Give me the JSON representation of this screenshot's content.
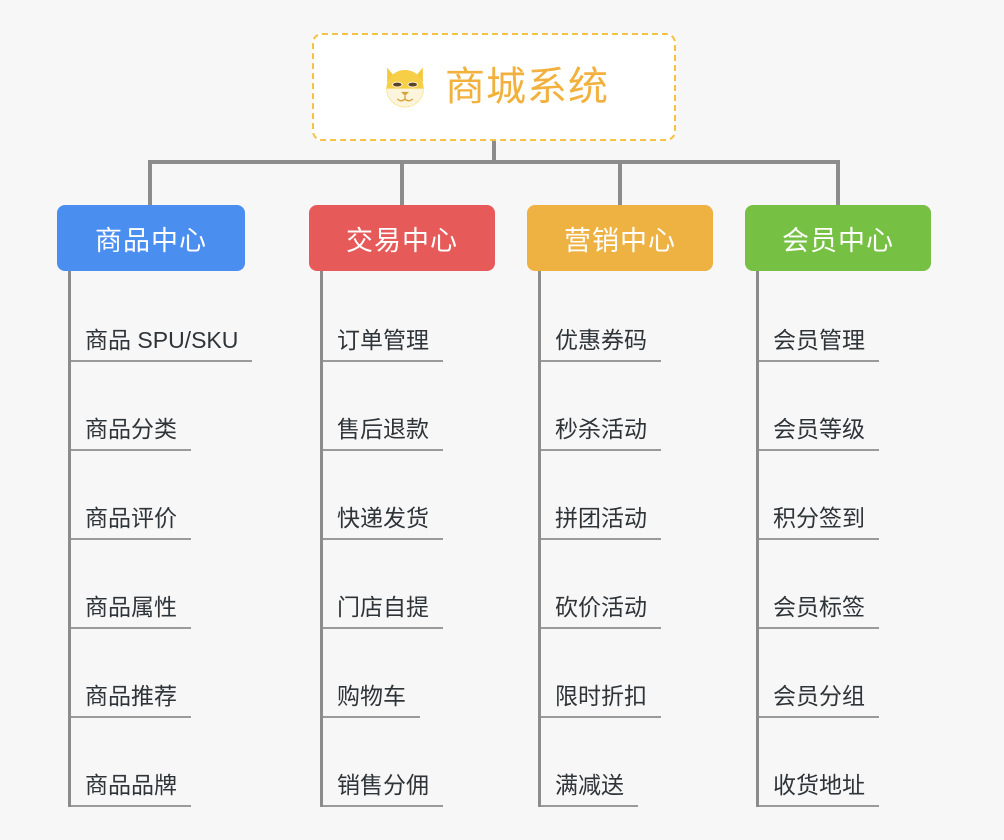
{
  "diagram": {
    "title": "商城系统",
    "root_icon": "shiba-dog-icon",
    "accent_color": "#f2b03c",
    "border_color": "#f6c244",
    "background": "#f7f7f7",
    "connector_color": "#8c8c8c",
    "columns": [
      {
        "label": "商品中心",
        "color": "#4a8ef0",
        "items": [
          "商品 SPU/SKU",
          "商品分类",
          "商品评价",
          "商品属性",
          "商品推荐",
          "商品品牌"
        ]
      },
      {
        "label": "交易中心",
        "color": "#e75a5a",
        "items": [
          "订单管理",
          "售后退款",
          "快递发货",
          "门店自提",
          "购物车",
          "销售分佣"
        ]
      },
      {
        "label": "营销中心",
        "color": "#eeb243",
        "items": [
          "优惠券码",
          "秒杀活动",
          "拼团活动",
          "砍价活动",
          "限时折扣",
          "满减送"
        ]
      },
      {
        "label": "会员中心",
        "color": "#76c043",
        "items": [
          "会员管理",
          "会员等级",
          "积分签到",
          "会员标签",
          "会员分组",
          "收货地址"
        ]
      }
    ]
  }
}
